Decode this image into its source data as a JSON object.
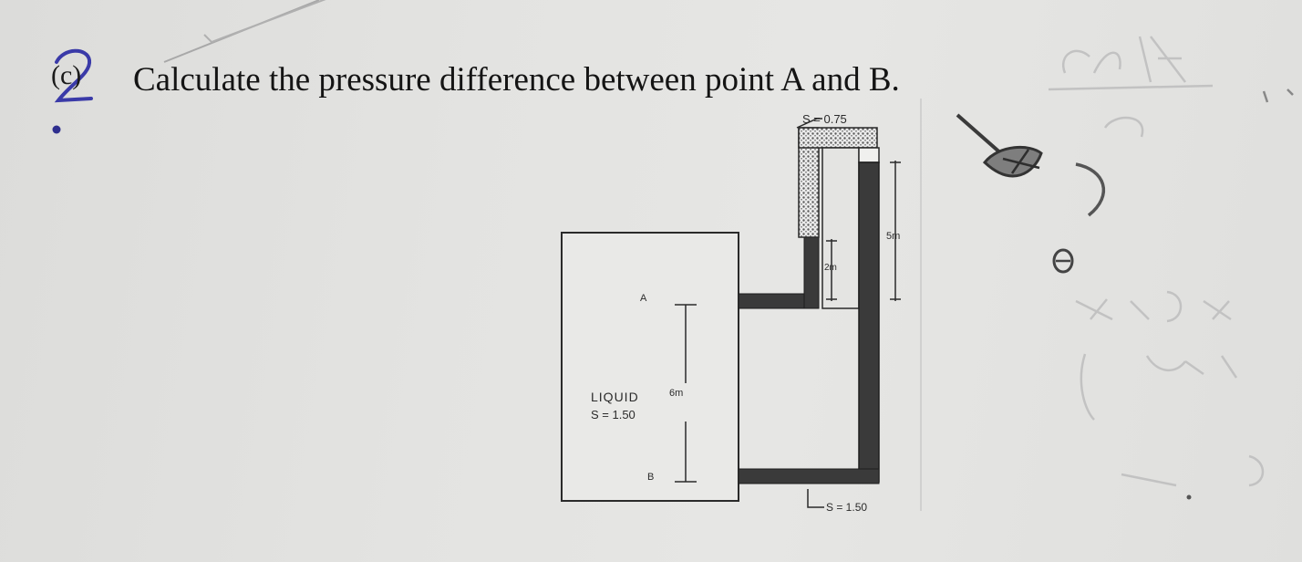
{
  "question": {
    "label": "(c)",
    "text": "Calculate the pressure difference between point A and B."
  },
  "diagram": {
    "top_fluid_label": "S = 0.75",
    "point_a_label": "A",
    "point_b_label": "B",
    "liquid_label": "LIQUID",
    "liquid_sg": "S = 1.50",
    "height_ab": "6m",
    "height_small": "2m",
    "height_right": "5m",
    "bottom_fluid_label": "S = 1.50"
  },
  "colors": {
    "paper": "#e2e2e0",
    "ink": "#141414",
    "pen": "#3a3aa8",
    "pencil": "#6a6a6a"
  }
}
